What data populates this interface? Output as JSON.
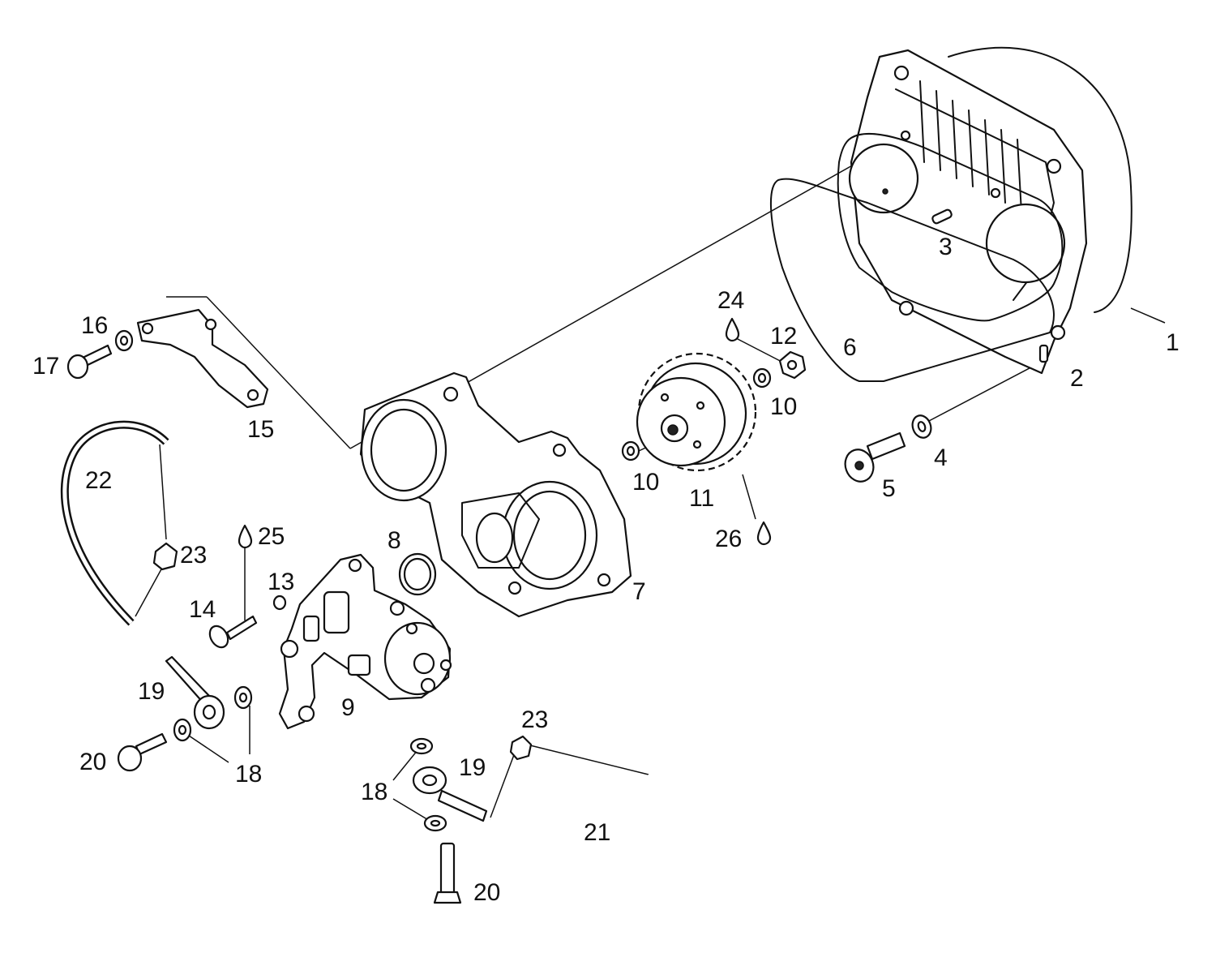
{
  "figure": {
    "callouts": [
      {
        "id": "c1",
        "label": "1"
      },
      {
        "id": "c2",
        "label": "2"
      },
      {
        "id": "c3",
        "label": "3"
      },
      {
        "id": "c4",
        "label": "4"
      },
      {
        "id": "c5",
        "label": "5"
      },
      {
        "id": "c6",
        "label": "6"
      },
      {
        "id": "c7",
        "label": "7"
      },
      {
        "id": "c8",
        "label": "8"
      },
      {
        "id": "c9",
        "label": "9"
      },
      {
        "id": "c10a",
        "label": "10"
      },
      {
        "id": "c10b",
        "label": "10"
      },
      {
        "id": "c11",
        "label": "11"
      },
      {
        "id": "c12",
        "label": "12"
      },
      {
        "id": "c13",
        "label": "13"
      },
      {
        "id": "c14",
        "label": "14"
      },
      {
        "id": "c15",
        "label": "15"
      },
      {
        "id": "c16",
        "label": "16"
      },
      {
        "id": "c17",
        "label": "17"
      },
      {
        "id": "c18a",
        "label": "18"
      },
      {
        "id": "c18b",
        "label": "18"
      },
      {
        "id": "c19a",
        "label": "19"
      },
      {
        "id": "c19b",
        "label": "19"
      },
      {
        "id": "c20a",
        "label": "20"
      },
      {
        "id": "c20b",
        "label": "20"
      },
      {
        "id": "c21",
        "label": "21"
      },
      {
        "id": "c22",
        "label": "22"
      },
      {
        "id": "c23a",
        "label": "23"
      },
      {
        "id": "c23b",
        "label": "23"
      },
      {
        "id": "c24",
        "label": "24"
      },
      {
        "id": "c25",
        "label": "25"
      },
      {
        "id": "c26",
        "label": "26"
      }
    ]
  }
}
